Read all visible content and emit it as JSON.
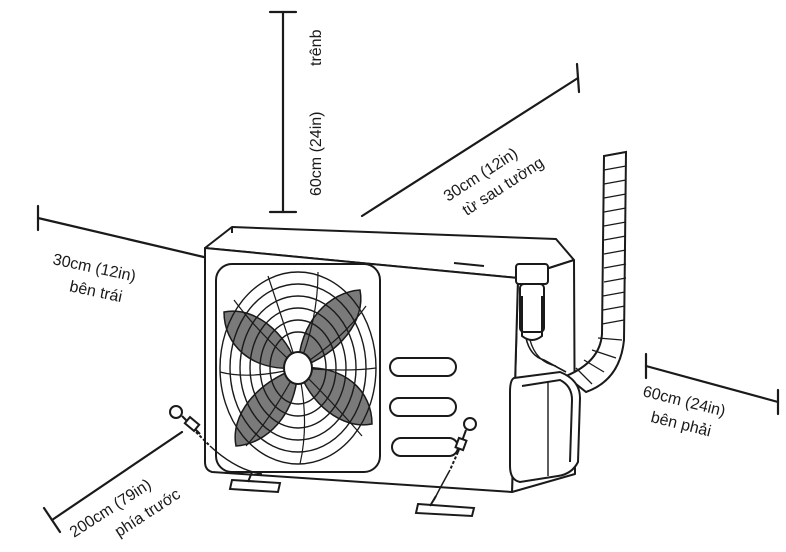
{
  "labels": {
    "top_value": "60cm (24in)",
    "top_side": "trênb",
    "back_value": "30cm (12in)",
    "back_side": "từ sau tường",
    "left_value": "30cm (12in)",
    "left_side": "bên trái",
    "right_value": "60cm (24in)",
    "right_side": "bên phải",
    "front_value": "200cm (79in)",
    "front_side": "phía trước"
  },
  "colors": {
    "line": "#1a1a1a",
    "fan_blade": "#7a7a7a",
    "unit_fill": "#ffffff"
  }
}
